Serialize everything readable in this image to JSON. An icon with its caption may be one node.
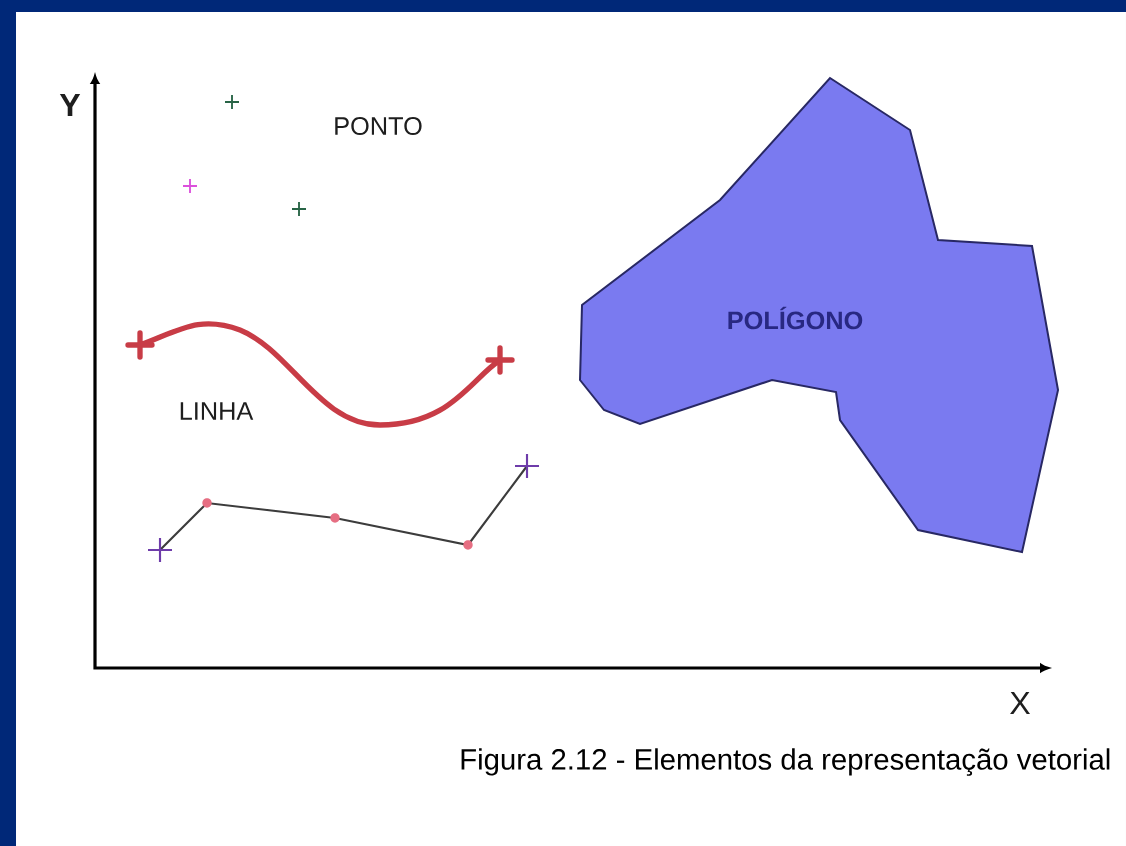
{
  "diagram": {
    "caption": "Figura 2.12 - Elementos da representação vetorial",
    "nodes": [
      {
        "text": [
          "POLÍGONO"
        ]
      }
    ],
    "labels": [
      "Y",
      "PONTO",
      "LINHA",
      "X"
    ]
  }
}
